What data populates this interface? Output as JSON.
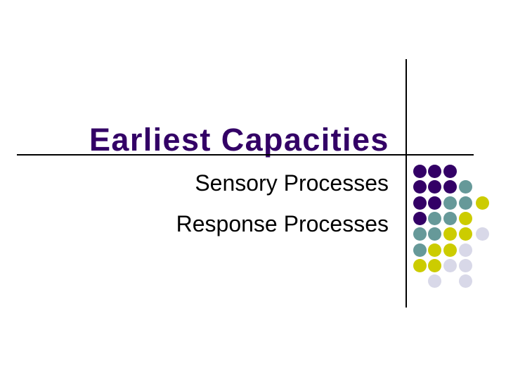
{
  "slide": {
    "title": "Earliest Capacities",
    "body_lines": [
      "Sensory Processes",
      "Response Processes"
    ]
  },
  "colors": {
    "background": "#ffffff",
    "title": "#330066",
    "body_text": "#000000",
    "line": "#000000",
    "dot_purple": "#330066",
    "dot_teal": "#669999",
    "dot_yellow": "#CCCC00",
    "dot_lavender": "#D8D8E8"
  },
  "decoration": {
    "dot_grid": {
      "dot_diameter": 19,
      "col_x": [
        597,
        618,
        640,
        662,
        686
      ],
      "row_y": [
        243,
        265,
        288,
        310,
        332,
        355,
        377,
        399
      ],
      "dots": [
        [
          0,
          0,
          "purple"
        ],
        [
          0,
          1,
          "purple"
        ],
        [
          0,
          2,
          "purple"
        ],
        [
          1,
          0,
          "purple"
        ],
        [
          1,
          1,
          "purple"
        ],
        [
          1,
          2,
          "purple"
        ],
        [
          1,
          3,
          "teal"
        ],
        [
          2,
          0,
          "purple"
        ],
        [
          2,
          1,
          "purple"
        ],
        [
          2,
          2,
          "teal"
        ],
        [
          2,
          3,
          "teal"
        ],
        [
          2,
          4,
          "yellow"
        ],
        [
          3,
          0,
          "purple"
        ],
        [
          3,
          1,
          "teal"
        ],
        [
          3,
          2,
          "teal"
        ],
        [
          3,
          3,
          "yellow"
        ],
        [
          4,
          0,
          "teal"
        ],
        [
          4,
          1,
          "teal"
        ],
        [
          4,
          2,
          "yellow"
        ],
        [
          4,
          3,
          "yellow"
        ],
        [
          4,
          4,
          "lavender"
        ],
        [
          5,
          0,
          "teal"
        ],
        [
          5,
          1,
          "yellow"
        ],
        [
          5,
          2,
          "yellow"
        ],
        [
          5,
          3,
          "lavender"
        ],
        [
          6,
          0,
          "yellow"
        ],
        [
          6,
          1,
          "yellow"
        ],
        [
          6,
          2,
          "lavender"
        ],
        [
          6,
          3,
          "lavender"
        ],
        [
          7,
          1,
          "lavender"
        ],
        [
          7,
          3,
          "lavender"
        ]
      ]
    }
  }
}
